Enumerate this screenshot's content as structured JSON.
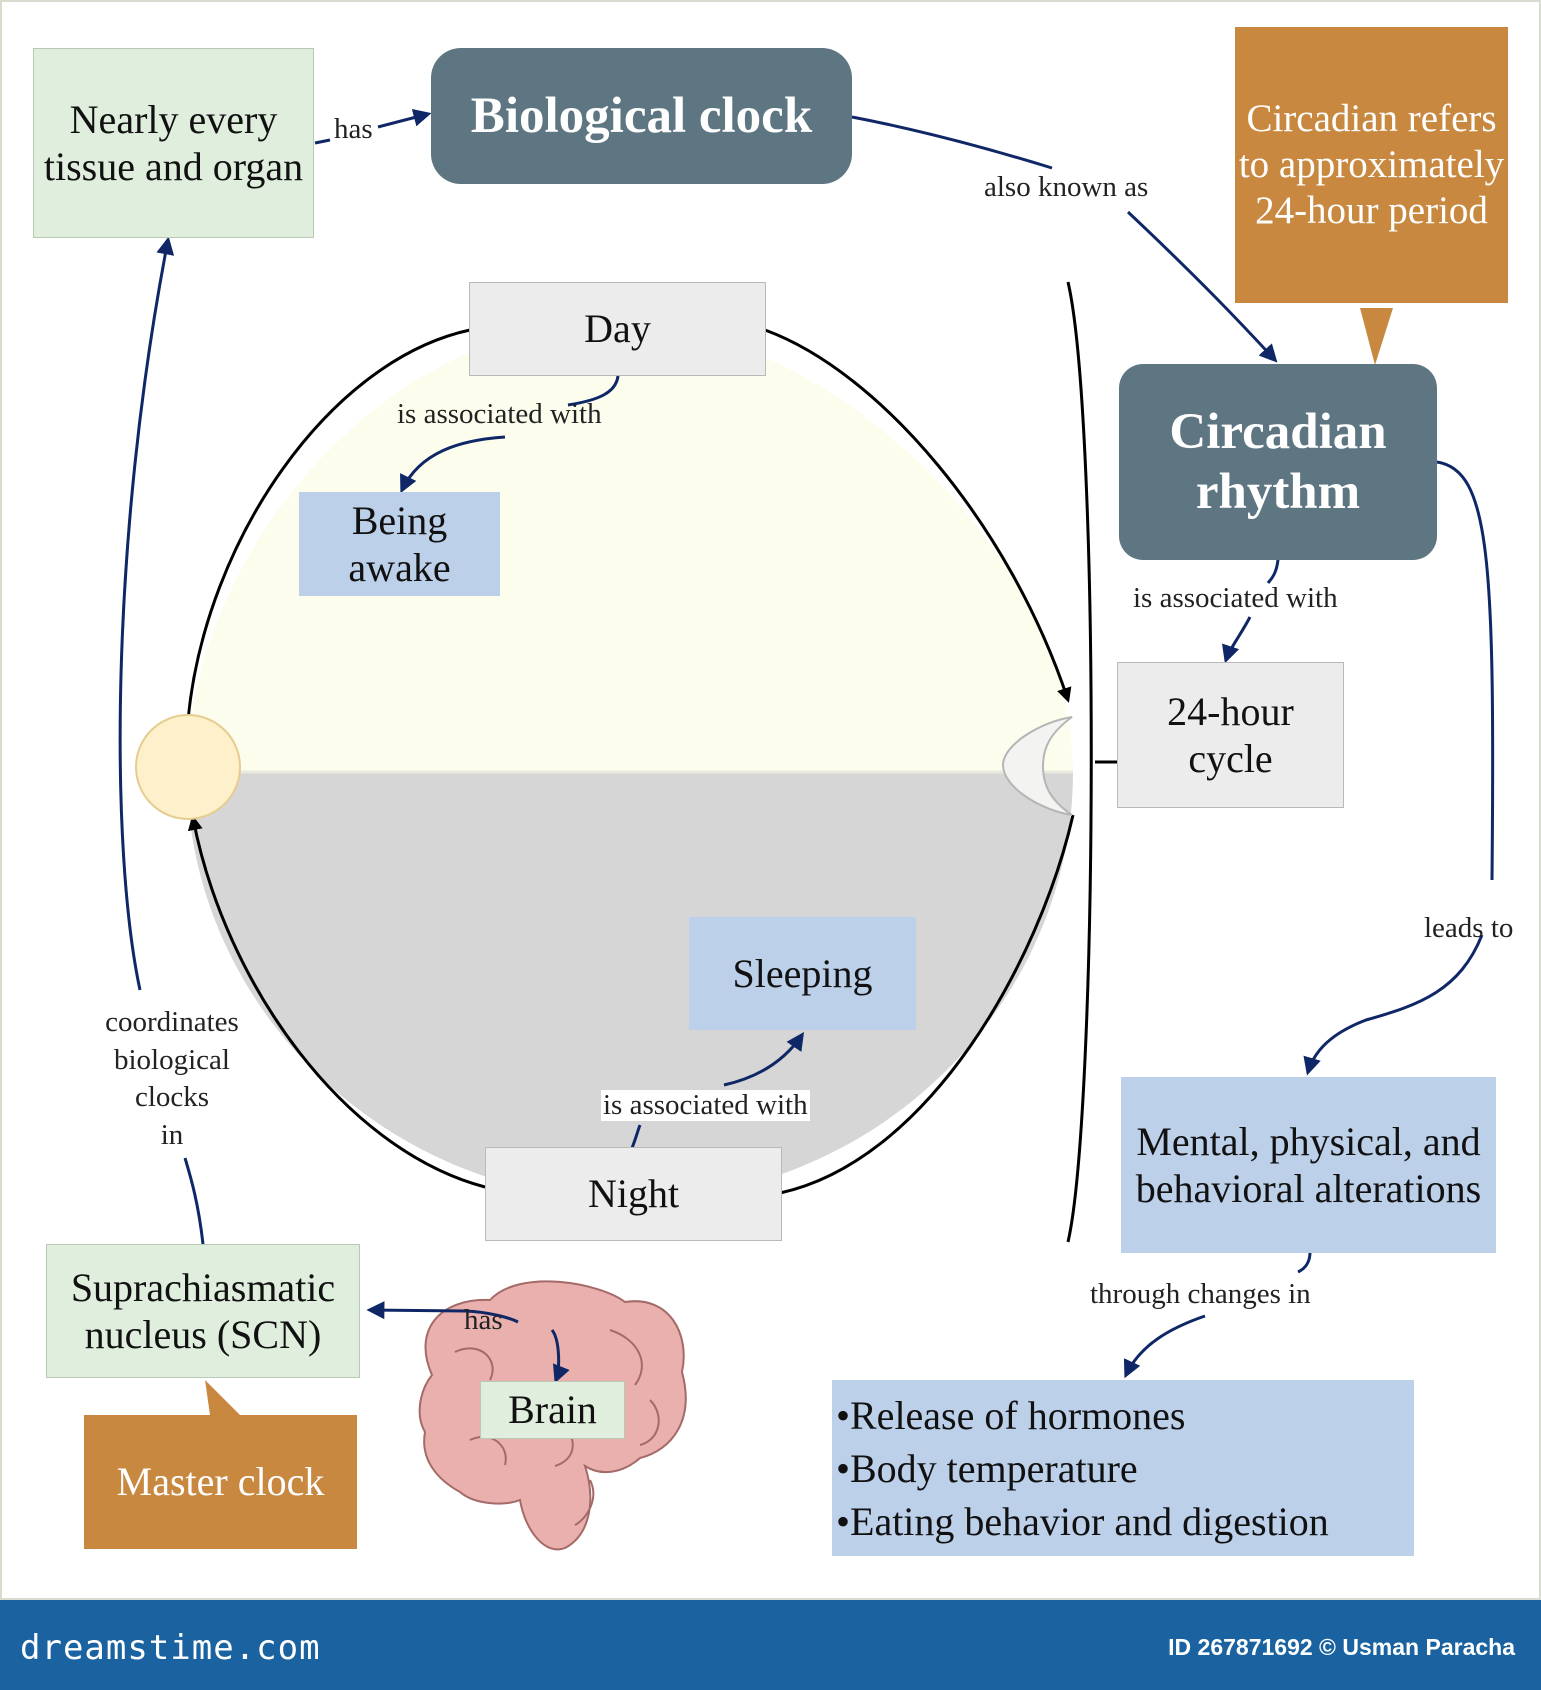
{
  "nodes": {
    "tissue": "Nearly every tissue and organ",
    "bioclock": "Biological clock",
    "circadian_def": "Circadian refers to approximately 24-hour period",
    "day": "Day",
    "awake": "Being awake",
    "circadian_rhythm": "Circadian rhythm",
    "cycle": "24-hour cycle",
    "sleeping": "Sleeping",
    "night": "Night",
    "mental": "Mental, physical, and behavioral alterations",
    "scn": "Suprachiasmatic nucleus (SCN)",
    "brain": "Brain",
    "master_clock": "Master clock",
    "effects": [
      "•Release of hormones",
      "•Body temperature",
      "•Eating behavior and digestion"
    ]
  },
  "edges": {
    "tissue_has": "has",
    "also_known_as": "also known as",
    "day_assoc": "is associated with",
    "circ_assoc": "is associated with",
    "night_assoc": "is associated with",
    "leads_to": "leads to",
    "coordinates": [
      "coordinates",
      "biological",
      "clocks",
      "in"
    ],
    "brain_has": "has",
    "through_changes": "through changes in"
  },
  "footer": {
    "brand": "dreamstime.com",
    "credit": "ID 267871692 © Usman Paracha"
  },
  "colors": {
    "green_box": "#dfeedd",
    "slate_box": "#5e7582",
    "grey_box": "#ececec",
    "blue_box": "#bdd0ea",
    "orange_box": "#c9883f",
    "day_fill": "#fdfdee",
    "night_fill": "#d6d6d6",
    "arrow": "#0f2766",
    "footer": "#1a63a0"
  },
  "icons": [
    "sun-icon",
    "moon-icon",
    "brain-icon"
  ]
}
